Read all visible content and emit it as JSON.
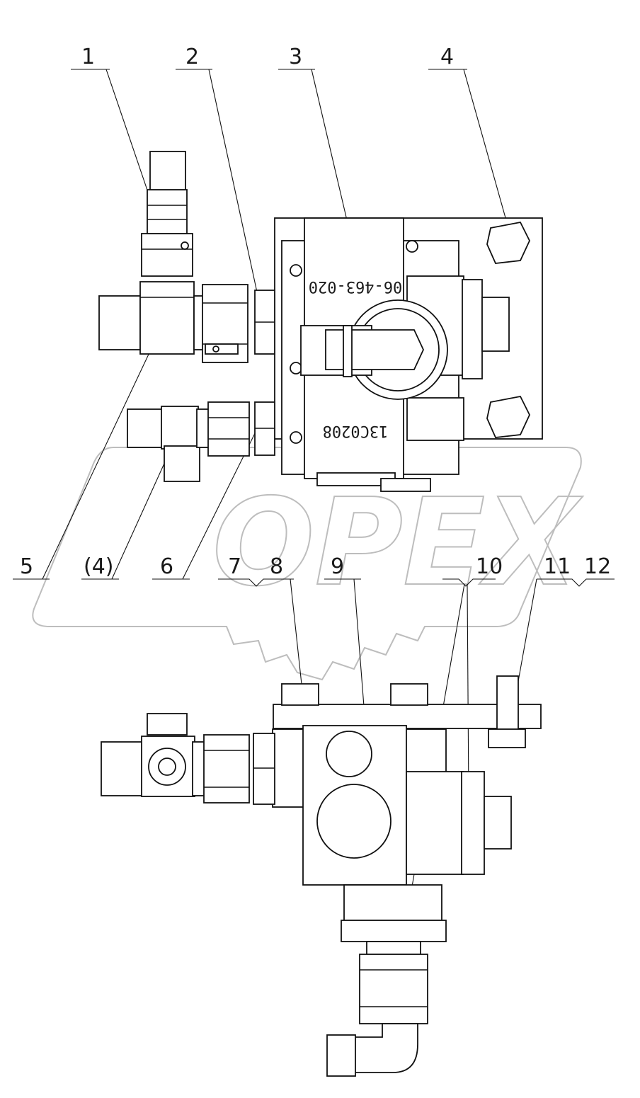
{
  "drawing": {
    "callouts": [
      "1",
      "2",
      "3",
      "4",
      "5",
      "(4)",
      "6",
      "7",
      "8",
      "9",
      "10",
      "11",
      "12"
    ],
    "part_stamps": {
      "valve_top": "06-463-020",
      "valve_bottom": "13C0208"
    },
    "watermark": "OPEX",
    "colors": {
      "line": "#111111",
      "watermark": "#bdbdbd",
      "background": "#ffffff"
    }
  }
}
